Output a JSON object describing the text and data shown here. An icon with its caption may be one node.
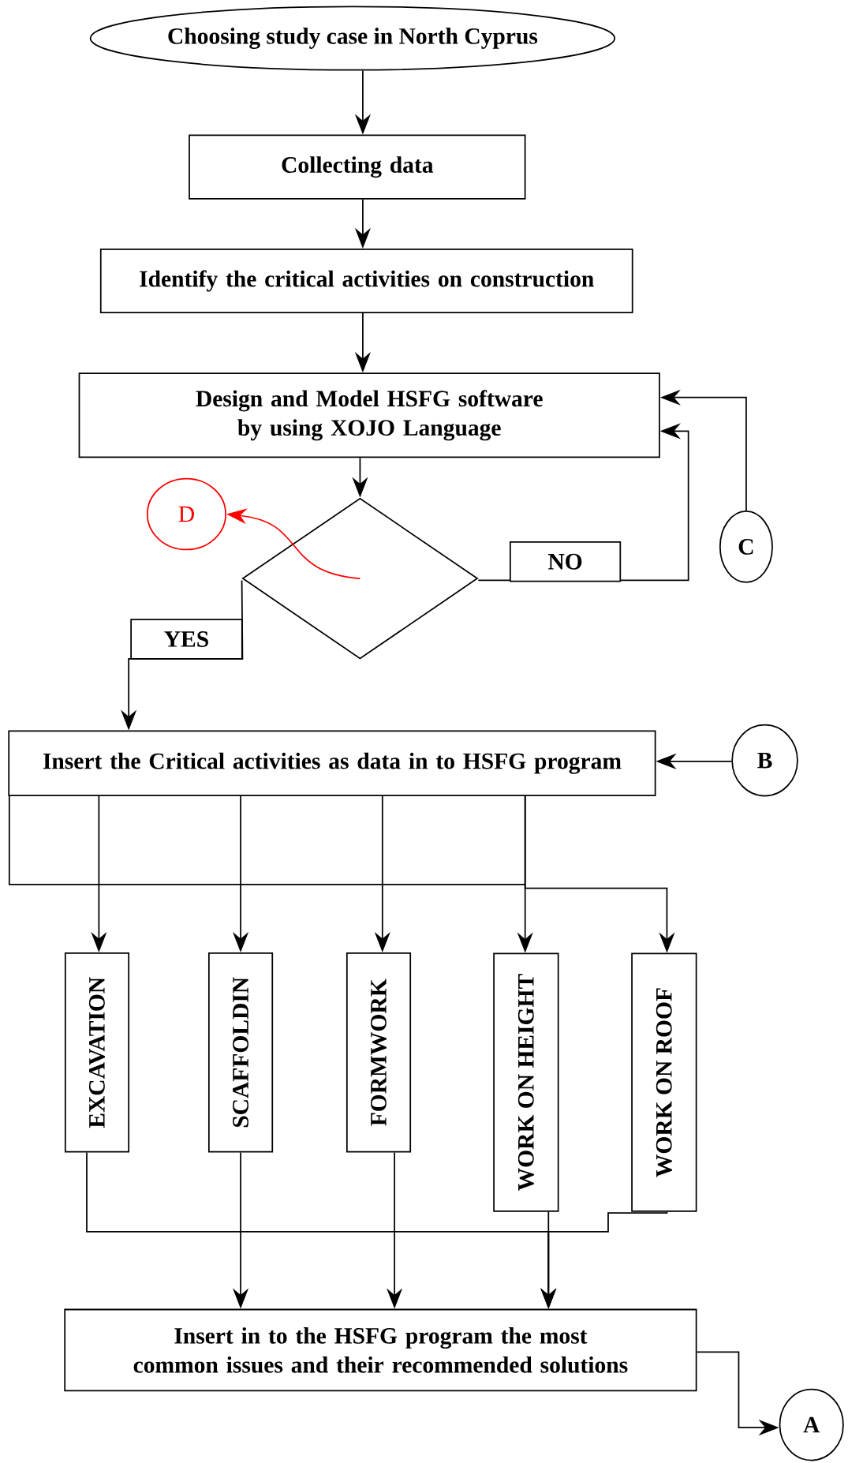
{
  "diagram": {
    "nodes": [
      {
        "text": [
          "Choosing study case in North Cyprus"
        ]
      },
      {
        "text": [
          "Collecting data"
        ]
      },
      {
        "text": [
          "Identify the critical activities on construction"
        ]
      },
      {
        "text": [
          "Design and Model HSFG software by using XOJO Language"
        ]
      },
      {
        "text": [],
        "shape": "diamond"
      },
      {
        "text": [
          "D"
        ]
      },
      {
        "text": [
          "C"
        ]
      },
      {
        "text": [
          "Insert the Critical activities as data in to HSFG program"
        ]
      },
      {
        "text": [
          "B"
        ]
      },
      {
        "text": [
          "EXCAVATION"
        ]
      },
      {
        "text": [
          "SCAFFOLDIN"
        ]
      },
      {
        "text": [
          "FORMWORK"
        ]
      },
      {
        "text": [
          "WORK ON HEIGHT"
        ]
      },
      {
        "text": [
          "WORK ON ROOF"
        ]
      },
      {
        "text": [
          "Insert in to the HSFG program the most common issues and their recommended solutions"
        ]
      },
      {
        "text": [
          "A"
        ]
      }
    ],
    "edges": [
      {
        "from": 0,
        "to": 1,
        "arrow": "to"
      },
      {
        "from": 1,
        "to": 2,
        "arrow": "to"
      },
      {
        "from": 2,
        "to": 3,
        "arrow": "to"
      },
      {
        "from": 3,
        "to": 4,
        "arrow": "to"
      },
      {
        "from": 4,
        "to": 5,
        "arrow": "to",
        "color": "#ff0000"
      },
      {
        "from": 4,
        "to": 3,
        "arrow": "to",
        "label": "NO"
      },
      {
        "from": 6,
        "to": 3,
        "arrow": "to"
      },
      {
        "from": 4,
        "to": 7,
        "arrow": "to",
        "label": "YES"
      },
      {
        "from": 8,
        "to": 7,
        "arrow": "to"
      },
      {
        "from": 7,
        "to": 9,
        "arrow": "to"
      },
      {
        "from": 7,
        "to": 10,
        "arrow": "to"
      },
      {
        "from": 7,
        "to": 11,
        "arrow": "to"
      },
      {
        "from": 7,
        "to": 12,
        "arrow": "to"
      },
      {
        "from": 7,
        "to": 13,
        "arrow": "to"
      },
      {
        "from": 9,
        "to": 14,
        "arrow": "to"
      },
      {
        "from": 10,
        "to": 14,
        "arrow": "to"
      },
      {
        "from": 11,
        "to": 14,
        "arrow": "to"
      },
      {
        "from": 12,
        "to": 14,
        "arrow": "to"
      },
      {
        "from": 13,
        "to": 14,
        "arrow": "to"
      },
      {
        "from": 14,
        "to": 15,
        "arrow": "to"
      }
    ]
  }
}
